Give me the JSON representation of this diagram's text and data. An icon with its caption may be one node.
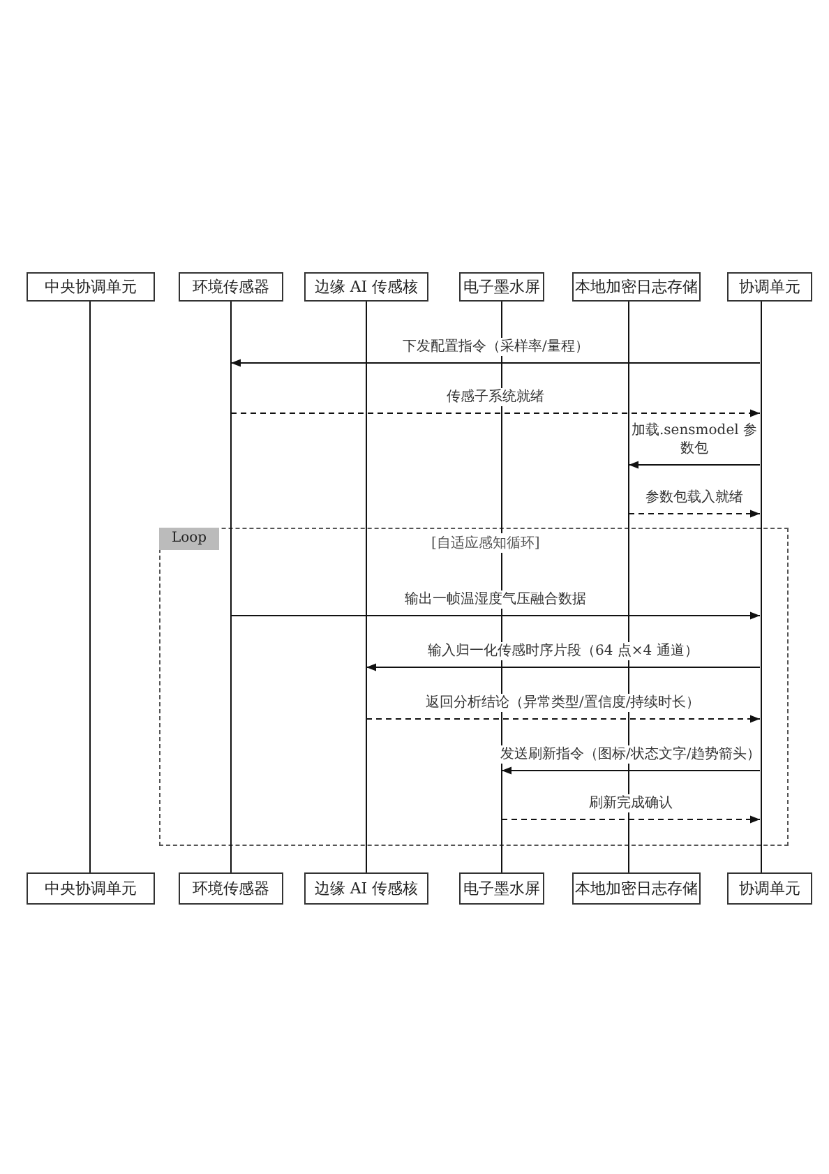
{
  "diagram": {
    "nodes": [
      {
        "text": [
          "中央协调单元"
        ]
      },
      {
        "text": [
          "环境传感器"
        ]
      },
      {
        "text": [
          "边缘 AI 传感核"
        ]
      },
      {
        "text": [
          "电子墨水屏"
        ]
      },
      {
        "text": [
          "本地加密日志存储"
        ]
      },
      {
        "text": [
          "协调单元"
        ]
      },
      {
        "text": [],
        "shape": "bar"
      },
      {
        "text": [],
        "shape": "bar"
      },
      {
        "text": [],
        "shape": "bar"
      },
      {
        "text": [],
        "shape": "bar"
      },
      {
        "text": [],
        "shape": "bar"
      },
      {
        "text": [],
        "shape": "bar"
      },
      {
        "text": [
          "中央协调单元"
        ]
      },
      {
        "text": [
          "环境传感器"
        ]
      },
      {
        "text": [
          "边缘 AI 传感核"
        ]
      },
      {
        "text": [
          "电子墨水屏"
        ]
      },
      {
        "text": [
          "本地加密日志存储"
        ]
      },
      {
        "text": [
          "协调单元"
        ]
      }
    ],
    "edges": [
      {
        "from": 11,
        "to": 7,
        "arrow": "to",
        "label": "下发配置指令（采样率/量程）"
      },
      {
        "from": 7,
        "to": 11,
        "arrow": "to",
        "label": "传感子系统就绪",
        "style": "dashed"
      },
      {
        "from": 11,
        "to": 10,
        "arrow": "to",
        "label": "加载.sensmodel 参数包"
      },
      {
        "from": 10,
        "to": 11,
        "arrow": "to",
        "label": "参数包载入就绪",
        "style": "dashed"
      },
      {
        "from": 7,
        "to": 11,
        "arrow": "to",
        "label": "输出一帧温湿度气压融合数据"
      },
      {
        "from": 11,
        "to": 8,
        "arrow": "to",
        "label": "输入归一化传感时序片段（64 点×4 通道）"
      },
      {
        "from": 8,
        "to": 11,
        "arrow": "to",
        "label": "返回分析结论（异常类型/置信度/持续时长）",
        "style": "dashed"
      },
      {
        "from": 11,
        "to": 9,
        "arrow": "to",
        "label": "发送刷新指令（图标/状态文字/趋势箭头）"
      },
      {
        "from": 9,
        "to": 11,
        "arrow": "to",
        "label": "刷新完成确认",
        "style": "dashed"
      }
    ],
    "labels": [
      "Loop",
      "[自适应感知循环]"
    ]
  }
}
